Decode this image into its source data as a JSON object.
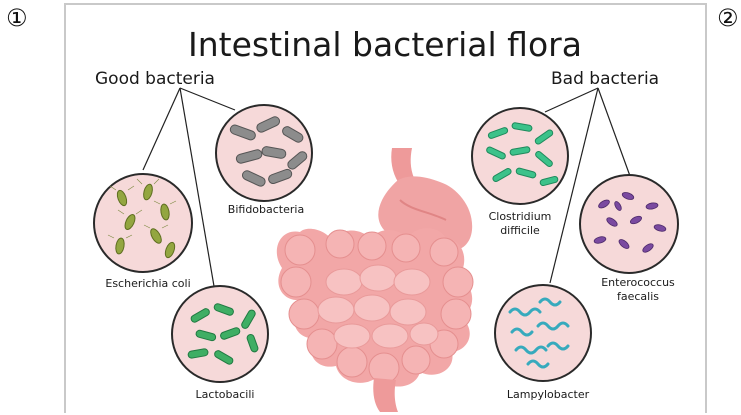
{
  "panel_numbers": {
    "left": "①",
    "right": "②"
  },
  "diagram": {
    "title": "Intestinal bacterial flora",
    "good_group_label": "Good bacteria",
    "bad_group_label": "Bad bacteria",
    "good_bacteria": [
      {
        "name": "Bifidobacteria"
      },
      {
        "name": "Escherichia coli"
      },
      {
        "name": "Lactobacili"
      }
    ],
    "bad_bacteria": [
      {
        "name_line1": "Clostridium",
        "name_line2": "difficile"
      },
      {
        "name_line1": "Enterococcus",
        "name_line2": "faecalis"
      },
      {
        "name": "Lampylobacter"
      }
    ]
  },
  "colors": {
    "circle_fill": "#f6d9d9",
    "circle_stroke": "#2a2a2a",
    "intestine": "#f0a0a0",
    "intestine_shadow": "#e68a8a",
    "bifido": "#8c8c8c",
    "ecoli": "#93a640",
    "lacto": "#3fae64",
    "clostridium": "#3cc28a",
    "enterococcus": "#7a4aa0",
    "campylo": "#37aabd"
  }
}
